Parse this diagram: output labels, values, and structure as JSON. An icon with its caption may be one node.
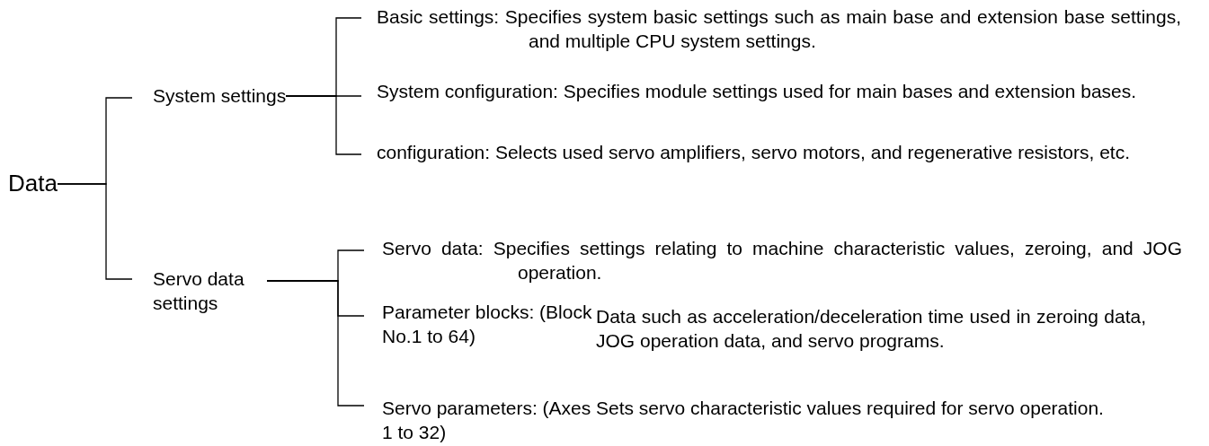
{
  "diagram": {
    "nodes": [
      {
        "text": [
          "Data"
        ]
      },
      {
        "text": [
          "System settings"
        ]
      },
      {
        "text": [
          "Servo data settings"
        ]
      },
      {
        "text": [
          "Basic settings: Specifies system basic settings such as main base and extension base settings, and multiple CPU system settings."
        ]
      },
      {
        "text": [
          "System configuration: Specifies module settings used for main bases and extension bases."
        ]
      },
      {
        "text": [
          "configuration: Selects used servo amplifiers, servo motors, and regenerative resistors, etc."
        ]
      },
      {
        "text": [
          "Servo data: Specifies settings relating to machine characteristic values, zeroing, and JOG operation."
        ]
      },
      {
        "text": [
          "Parameter blocks: (Block No.1 to 64)"
        ],
        "beside": [
          "Data such as acceleration/deceleration time used in zeroing data, JOG operation data, and servo programs."
        ]
      },
      {
        "text": [
          "Servo parameters: (Axes 1 to 32)"
        ],
        "beside": [
          "Sets servo characteristic values required for servo operation."
        ]
      }
    ],
    "edges": [
      {
        "from": 0,
        "to": 1,
        "arrow": "none"
      },
      {
        "from": 0,
        "to": 2,
        "arrow": "none"
      },
      {
        "from": 1,
        "to": 3,
        "arrow": "none"
      },
      {
        "from": 1,
        "to": 4,
        "arrow": "none"
      },
      {
        "from": 1,
        "to": 5,
        "arrow": "none"
      },
      {
        "from": 2,
        "to": 6,
        "arrow": "none"
      },
      {
        "from": 2,
        "to": 7,
        "arrow": "none"
      },
      {
        "from": 2,
        "to": 8,
        "arrow": "none"
      }
    ]
  }
}
